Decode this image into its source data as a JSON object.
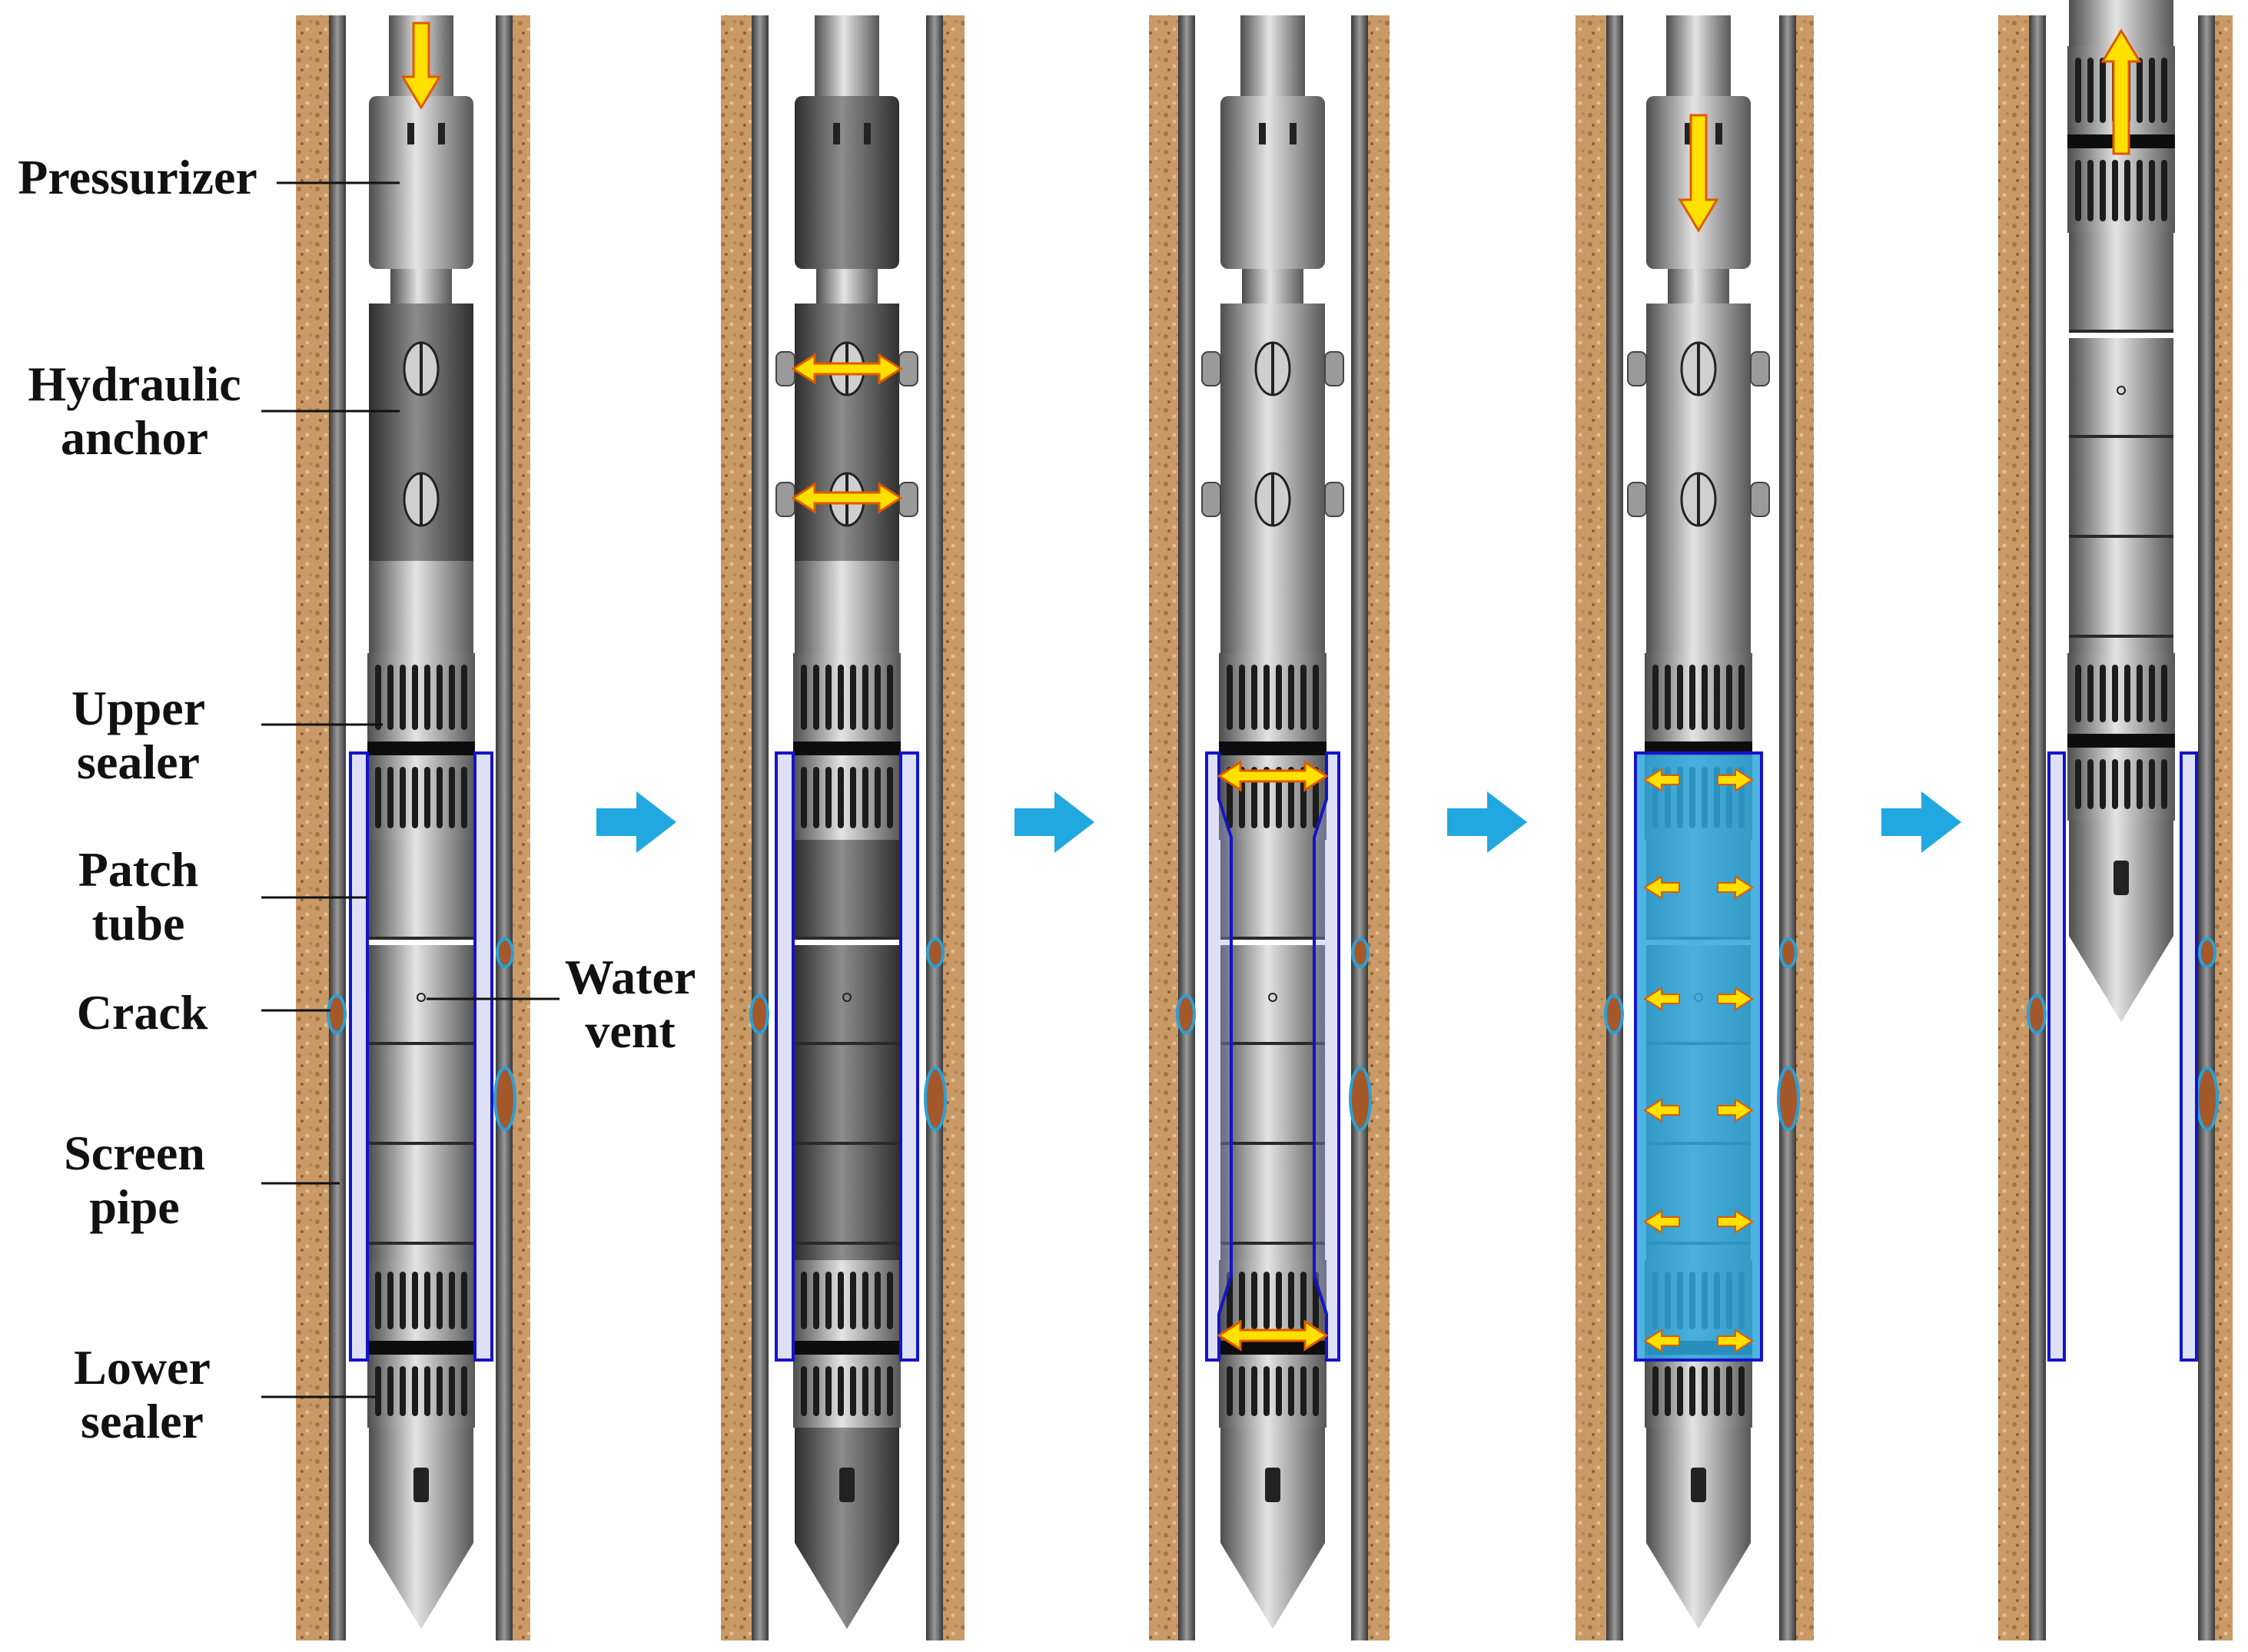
{
  "labels": {
    "pressurizer": "Pressurizer",
    "hydraulic_anchor": "Hydraulic\nanchor",
    "upper_sealer": "Upper\nsealer",
    "patch_tube": "Patch\ntube",
    "crack": "Crack",
    "water_vent": "Water\nvent",
    "screen_pipe": "Screen\npipe",
    "lower_sealer": "Lower\nsealer"
  },
  "colors": {
    "formation": "#c79763",
    "casing": "#4a4a4a",
    "patch_outline": "#1414c8",
    "hydraulic_fluid": "#2ea6dc",
    "force_arrow": "#ffe000",
    "force_arrow_edge": "#e05a00",
    "step_arrow": "#22a8e0",
    "crack_ring": "#2aa0d8"
  },
  "stages": [
    {
      "id": "run-in",
      "arrow": "down"
    },
    {
      "id": "anchor",
      "arrow": "anchor-out"
    },
    {
      "id": "seal",
      "arrow": "seal-out"
    },
    {
      "id": "expand",
      "arrow": "down"
    },
    {
      "id": "retrieve",
      "arrow": "up"
    }
  ]
}
